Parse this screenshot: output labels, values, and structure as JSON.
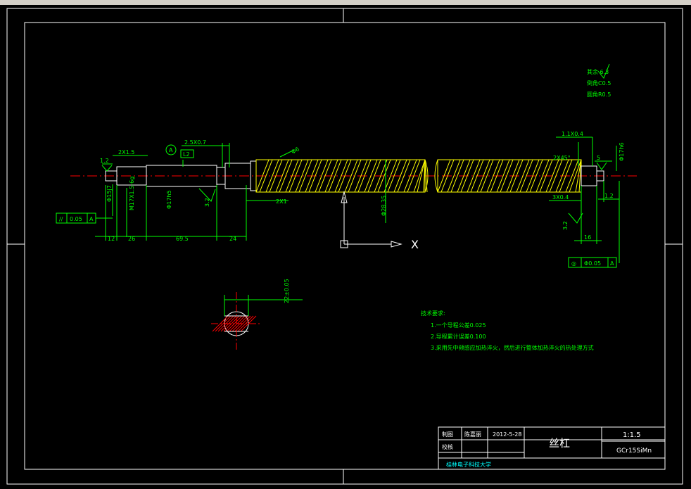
{
  "window": {
    "title_fragment": "yy"
  },
  "dimensions": {
    "d_12": "12",
    "d_26": "26",
    "d_69": "69.5",
    "d_24": "24",
    "d_2x1": "2X1",
    "d_2x15": "2X1.5",
    "d_26x07": "2.5X0.7",
    "d_11x04": "1.1X0.4",
    "d_3x04": "3X0.4",
    "d_12r": "1.2",
    "d_16": "16",
    "d_2x45": "2X45°",
    "d_12l": "1.2",
    "d_l2": "L2",
    "v_m17": "M17X1.5-6g",
    "v_phi17": "Φ17h5",
    "v_phi_left": "Φ15j7",
    "v_phi28": "Φ28.35",
    "v_phi_right": "Φ17h6",
    "v_32a": "3.2",
    "v_32b": "3.2",
    "v_phi_small": "Φ6",
    "v_sect": "22±0.05",
    "v_5": "5"
  },
  "tolerance_boxes": {
    "left": {
      "symbol": "//",
      "value": "0.05",
      "datum": "A"
    },
    "right": {
      "symbol": "◎",
      "value": "Φ0.05",
      "datum": "A"
    }
  },
  "datum_circle": "A",
  "surface_notes": {
    "line1": "其余 6.3",
    "line2": "倒角C0.5",
    "line3": "圆角R0.5"
  },
  "tech_requirements": {
    "title": "技术要求:",
    "items": [
      "1.一个导程公差0.025",
      "2.导程累计误差0.100",
      "3.采用先中频感应加热淬火，然后进行整体加热淬火的热处理方式"
    ]
  },
  "title_block": {
    "drawn_label": "制图",
    "drawn_name": "陈嘉丽",
    "date": "2012-5-28",
    "checked_label": "校核",
    "part_name": "丝杠",
    "scale": "1:1.5",
    "material": "GCr15SiMn",
    "organization": "桂林电子科技大学"
  },
  "ucs": {
    "x_label": "X"
  },
  "colors": {
    "background": "#000000",
    "dimension": "#00ff00",
    "outline": "#ffffff",
    "hatch": "#ffff00",
    "centerline": "#ff0000",
    "title_text": "#00ffff"
  }
}
